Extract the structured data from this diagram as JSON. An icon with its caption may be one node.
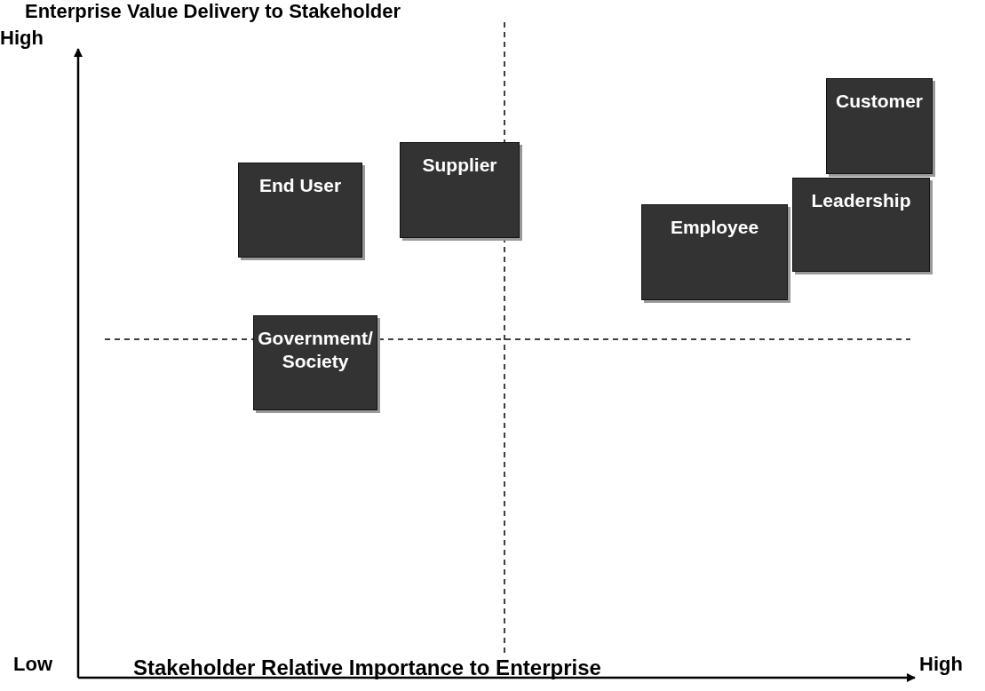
{
  "diagram": {
    "nodes": [
      {
        "text": [
          "Customer"
        ]
      },
      {
        "text": [
          "Supplier"
        ]
      },
      {
        "text": [
          "End User"
        ]
      },
      {
        "text": [
          "Leadership"
        ]
      },
      {
        "text": [
          "Employee"
        ]
      },
      {
        "text": [
          "Government/ Society"
        ]
      }
    ],
    "labels": [
      "Enterprise Value Delivery to Stakeholder",
      "High",
      "Low",
      "Stakeholder Relative Importance to Enterprise",
      "High"
    ]
  }
}
